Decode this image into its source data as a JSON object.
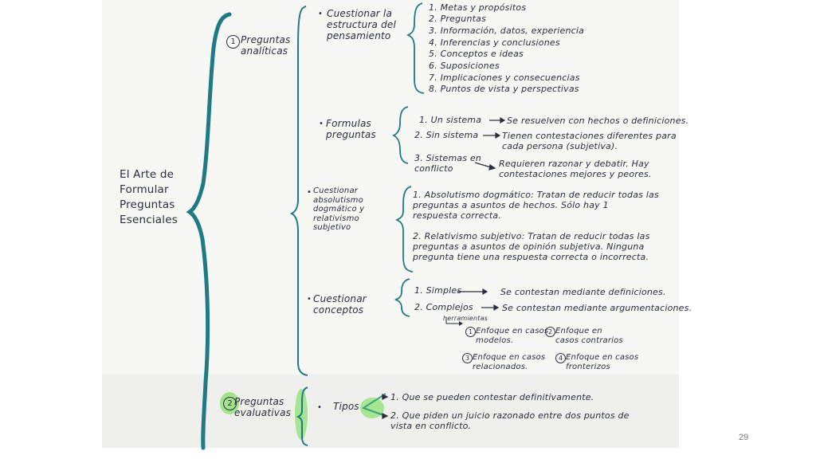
{
  "root": {
    "title": "El Arte de\nFormular\nPreguntas\nEsenciales"
  },
  "section1": {
    "number": "1",
    "title": "Preguntas\nanalíticas",
    "groups": [
      {
        "label": "Cuestionar la\nestructura del\npensamiento",
        "items": [
          "1. Metas y propósitos",
          "2. Preguntas",
          "3. Información, datos, experiencia",
          "4. Inferencias y conclusiones",
          "5. Conceptos e ideas",
          "6. Suposiciones",
          "7. Implicaciones y consecuencias",
          "8. Puntos de vista y perspectivas"
        ]
      },
      {
        "label": "Formulas\npreguntas",
        "items": [
          {
            "term": "1. Un sistema",
            "desc": "Se resuelven con hechos o definiciones."
          },
          {
            "term": "2. Sin sistema",
            "desc": "Tienen contestaciones diferentes para\ncada persona (subjetiva)."
          },
          {
            "term": "3. Sistemas en\nconflicto",
            "desc": "Requieren razonar y debatir. Hay\ncontestaciones mejores y peores."
          }
        ]
      },
      {
        "label": "Cuestionar\nabsolutismo\ndogmático y\nrelativismo\nsubjetivo",
        "items": [
          "1. Absolutismo dogmático: Tratan de reducir todas las\npreguntas a asuntos de hechos. Sólo hay 1\nrespuesta correcta.",
          "2. Relativismo subjetivo: Tratan de reducir todas las\npreguntas a asuntos de opinión subjetiva. Ninguna\npregunta tiene una respuesta correcta o incorrecta."
        ]
      },
      {
        "label": "Cuestionar\nconceptos",
        "items": [
          {
            "term": "1. Simples",
            "desc": "Se contestan mediante definiciones."
          },
          {
            "term": "2. Complejos",
            "desc": "Se contestan mediante argumentaciones."
          }
        ],
        "tools_label": "herramientas",
        "tools": [
          {
            "n": "1",
            "text": "Enfoque en casos\nmodelos."
          },
          {
            "n": "2",
            "text": "Enfoque en\ncasos contrarios"
          },
          {
            "n": "3",
            "text": "Enfoque en casos\nrelacionados."
          },
          {
            "n": "4",
            "text": "Enfoque en casos\nfronterizos"
          }
        ]
      }
    ]
  },
  "section2": {
    "number": "2",
    "title": "Preguntas\nevaluativas",
    "group_label": "Tipos",
    "items": [
      "1. Que se pueden contestar definitivamente.",
      "2. Que piden un juicio razonado entre dos puntos de\nvista en conflicto."
    ]
  },
  "page_number": "29",
  "colors": {
    "teal": "#1f7a86",
    "ink": "#2a2d3e",
    "highlight": "#93e27a"
  }
}
